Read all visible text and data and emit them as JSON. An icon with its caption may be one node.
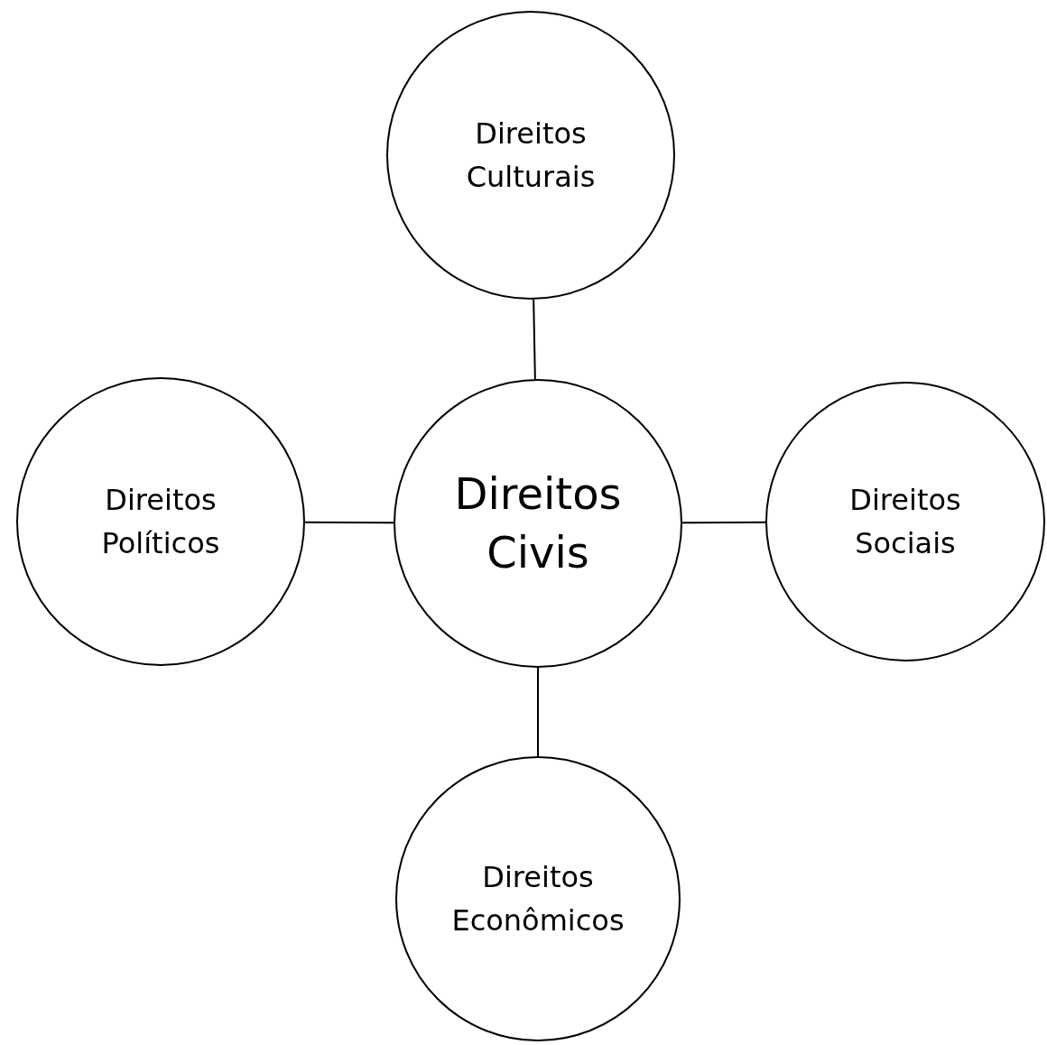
{
  "diagram": {
    "nodes": [
      {
        "text": [
          "Direitos Culturais"
        ]
      },
      {
        "text": [
          "Direitos Políticos"
        ]
      },
      {
        "text": [
          "Direitos Civis"
        ]
      },
      {
        "text": [
          "Direitos Sociais"
        ]
      },
      {
        "text": [
          "Direitos Econômicos"
        ]
      }
    ],
    "edges": [
      {
        "from": 2,
        "to": 0,
        "arrow": "none"
      },
      {
        "from": 2,
        "to": 1,
        "arrow": "none"
      },
      {
        "from": 2,
        "to": 3,
        "arrow": "none"
      },
      {
        "from": 2,
        "to": 4,
        "arrow": "none"
      }
    ]
  }
}
